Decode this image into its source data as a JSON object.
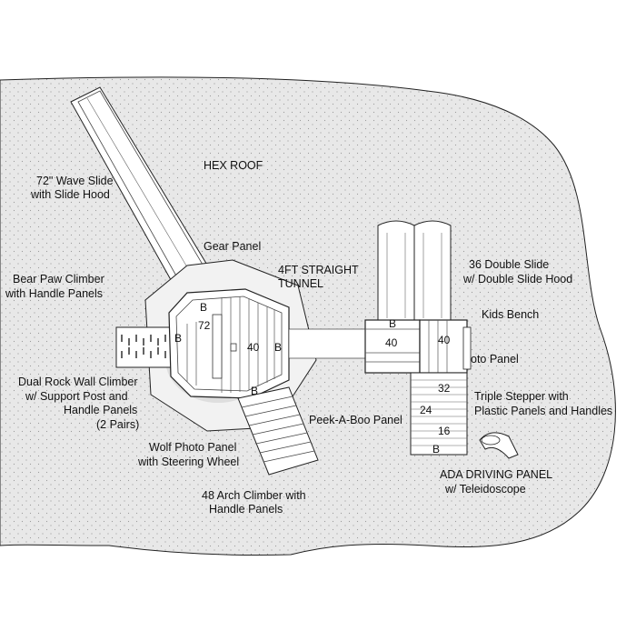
{
  "labels": {
    "hex_roof": "HEX ROOF",
    "wave_slide_1": "72\" Wave Slide",
    "wave_slide_2": "with Slide Hood",
    "gear_panel": "Gear Panel",
    "bear_paw_1": "Bear Paw Climber",
    "bear_paw_2": "with Handle Panels",
    "tunnel_1": "4FT STRAIGHT",
    "tunnel_2": "TUNNEL",
    "double_slide_1": "36 Double Slide",
    "double_slide_2": "w/ Double Slide Hood",
    "kids_bench": "Kids Bench",
    "photo_panel": "oto Panel",
    "rock_wall_1": "Dual Rock Wall Climber",
    "rock_wall_2": "w/ Support Post and",
    "rock_wall_3": "Handle Panels",
    "rock_wall_4": "(2 Pairs)",
    "peek_a_boo": "Peek-A-Boo Panel",
    "triple_stepper_1": "Triple Stepper with",
    "triple_stepper_2": "Plastic Panels and Handles",
    "wolf_photo_1": "Wolf Photo Panel",
    "wolf_photo_2": "with Steering Wheel",
    "ada_1": "ADA DRIVING PANEL",
    "ada_2": "w/ Teleidoscope",
    "arch_climber_1": "48 Arch Climber with",
    "arch_climber_2": "Handle Panels"
  },
  "deck_marks": {
    "hex_b_top": "B",
    "hex_72": "72",
    "hex_b_left": "B",
    "hex_40": "40",
    "hex_b_right": "B",
    "hex_b_bottom": "B",
    "sq_b": "B",
    "sq_40_left": "40",
    "sq_40_right": "40",
    "step_32": "32",
    "step_24": "24",
    "step_16": "16",
    "step_b": "B"
  },
  "colors": {
    "background_fill": "#e6e6e6",
    "line": "#222222",
    "component_fill": "#ffffff"
  }
}
